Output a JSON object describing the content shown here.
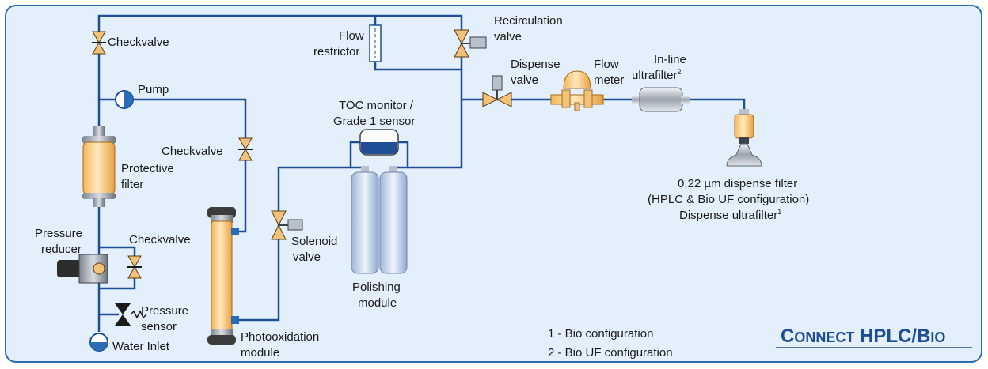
{
  "labels": {
    "checkvalve_top": "Checkvalve",
    "pump": "Pump",
    "checkvalve_mid": "Checkvalve",
    "protective_filter": [
      "Protective",
      "filter"
    ],
    "pressure_reducer": [
      "Pressure",
      "reducer"
    ],
    "checkvalve_bottom": "Checkvalve",
    "pressure_sensor": [
      "Pressure",
      "sensor"
    ],
    "water_inlet": "Water Inlet",
    "photooxidation_module": [
      "Photooxidation",
      "module"
    ],
    "solenoid_valve": [
      "Solenoid",
      "valve"
    ],
    "flow_restrictor": [
      "Flow",
      "restrictor"
    ],
    "recirculation_valve": [
      "Recirculation",
      "valve"
    ],
    "toc_monitor": [
      "TOC monitor /",
      "Grade 1 sensor"
    ],
    "polishing_module": [
      "Polishing",
      "module"
    ],
    "dispense_valve": [
      "Dispense",
      "valve"
    ],
    "flow_meter": [
      "Flow",
      "meter"
    ],
    "inline_ultrafilter": [
      "In-line",
      "ultrafilter",
      "2"
    ],
    "dispense_filter": [
      "0,22 µm dispense filter",
      "(HPLC & Bio UF configuration)",
      "Dispense ultrafilter",
      "1"
    ]
  },
  "footnotes": [
    "1 - Bio configuration",
    "2 - Bio UF configuration"
  ],
  "brand": {
    "connect_c": "C",
    "connect_rest": "ONNECT",
    "hplc": " HPLC/",
    "bio_b": "B",
    "bio_rest": "IO"
  },
  "colors": {
    "pipe": "#1f4e97",
    "valve": "#f2c27a",
    "panel": "#e3f0fb",
    "border": "#2a6db5"
  }
}
